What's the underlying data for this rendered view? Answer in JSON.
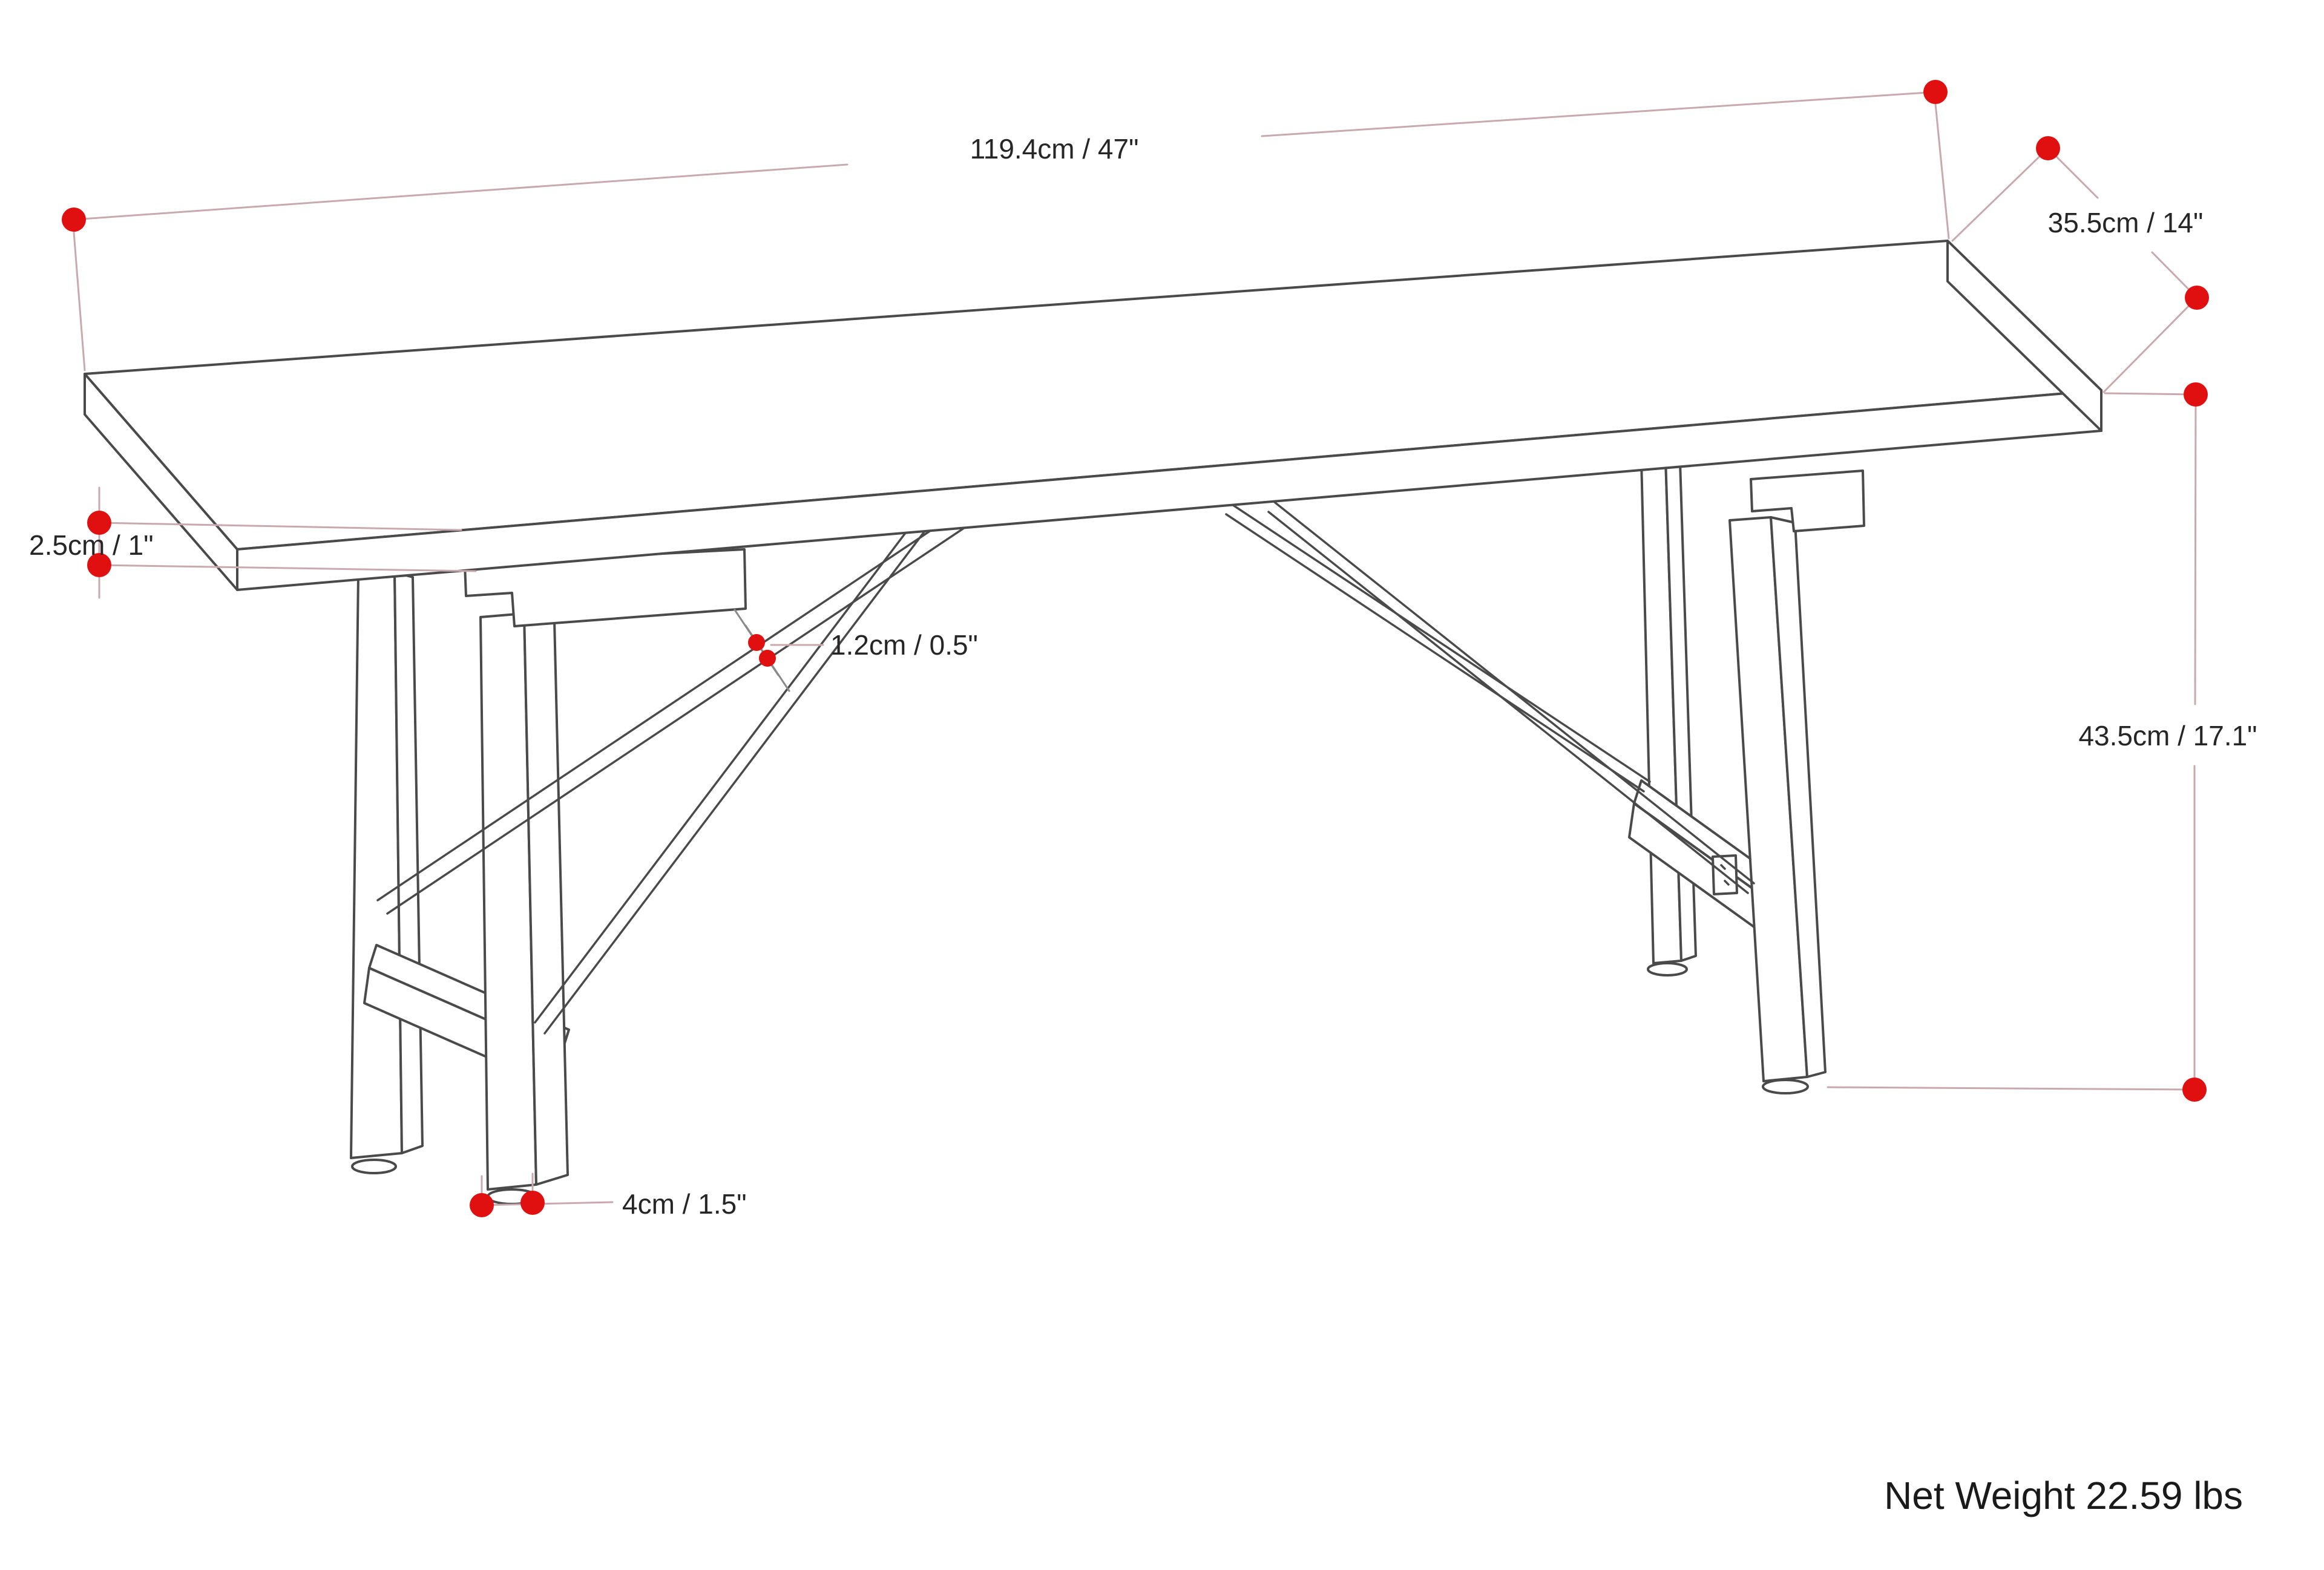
{
  "diagram": {
    "type": "product-dimension-diagram",
    "product": "trestle bench line drawing",
    "dimensions": {
      "length": {
        "label": "119.4cm / 47\"",
        "meaning": "overall length of seat"
      },
      "depth": {
        "label": "35.5cm / 14\"",
        "meaning": "seat depth"
      },
      "seat_thickness": {
        "label": "2.5cm / 1\"",
        "meaning": "seat board thickness"
      },
      "stretcher_thickness": {
        "label": "1.2cm / 0.5\"",
        "meaning": "support rod thickness"
      },
      "height": {
        "label": "43.5cm / 17.1\"",
        "meaning": "floor to seat height"
      },
      "foot_width": {
        "label": "4cm / 1.5\"",
        "meaning": "foot glide width"
      }
    },
    "net_weight": {
      "label": "Net Weight 22.59 lbs"
    },
    "colors": {
      "background": "#ffffff",
      "drawing_line": "#4a4a4a",
      "dimension_line": "#c8a9ae",
      "tick_line": "#8a8a8a",
      "marker_dot": "#e01010",
      "text": "#262626"
    }
  }
}
